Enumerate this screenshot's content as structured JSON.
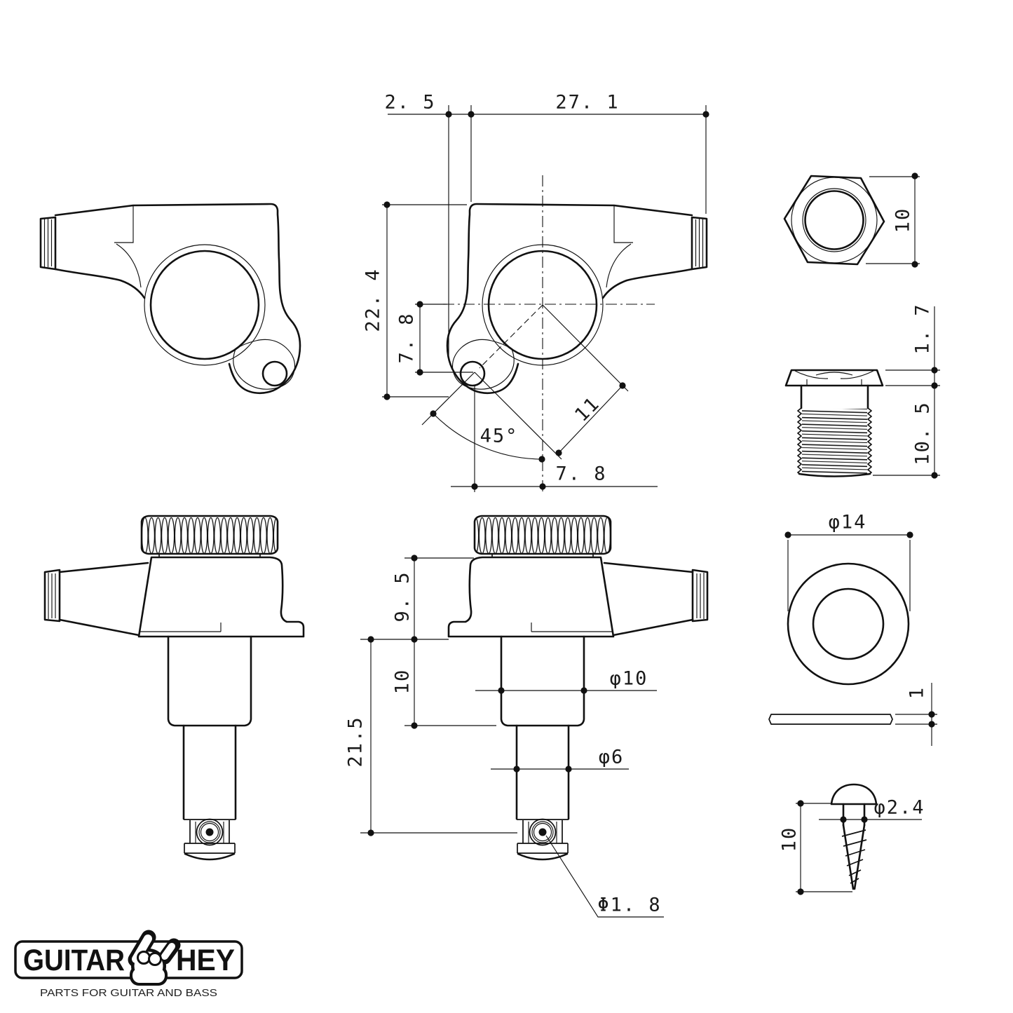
{
  "drawing": {
    "front_view": {
      "post_offset": "2. 5",
      "body_width": "27. 1",
      "body_height": "22. 4",
      "hole_drop": "7. 8",
      "hole_angle": "45°",
      "hole_distance": "11",
      "hole_offset": "7. 8"
    },
    "nut": {
      "across_flats": "10"
    },
    "bushing": {
      "flange_thickness": "1. 7",
      "thread_length": "10. 5"
    },
    "side_view": {
      "housing_height": "9. 5",
      "shaft_length": "10",
      "post_total_length": "21.5",
      "shaft_diameter": "φ10",
      "post_diameter": "φ6",
      "string_hole_diameter": "Φ1. 8"
    },
    "washer": {
      "outer_diameter": "φ14",
      "thickness": "1"
    },
    "screw": {
      "head_diameter": "φ2.4",
      "length": "10"
    }
  },
  "logo": {
    "brand_first": "GUITAR",
    "brand_second": "HEY",
    "tagline": "PARTS FOR GUITAR AND BASS"
  },
  "colors": {
    "line": "#111111",
    "background": "#ffffff"
  }
}
